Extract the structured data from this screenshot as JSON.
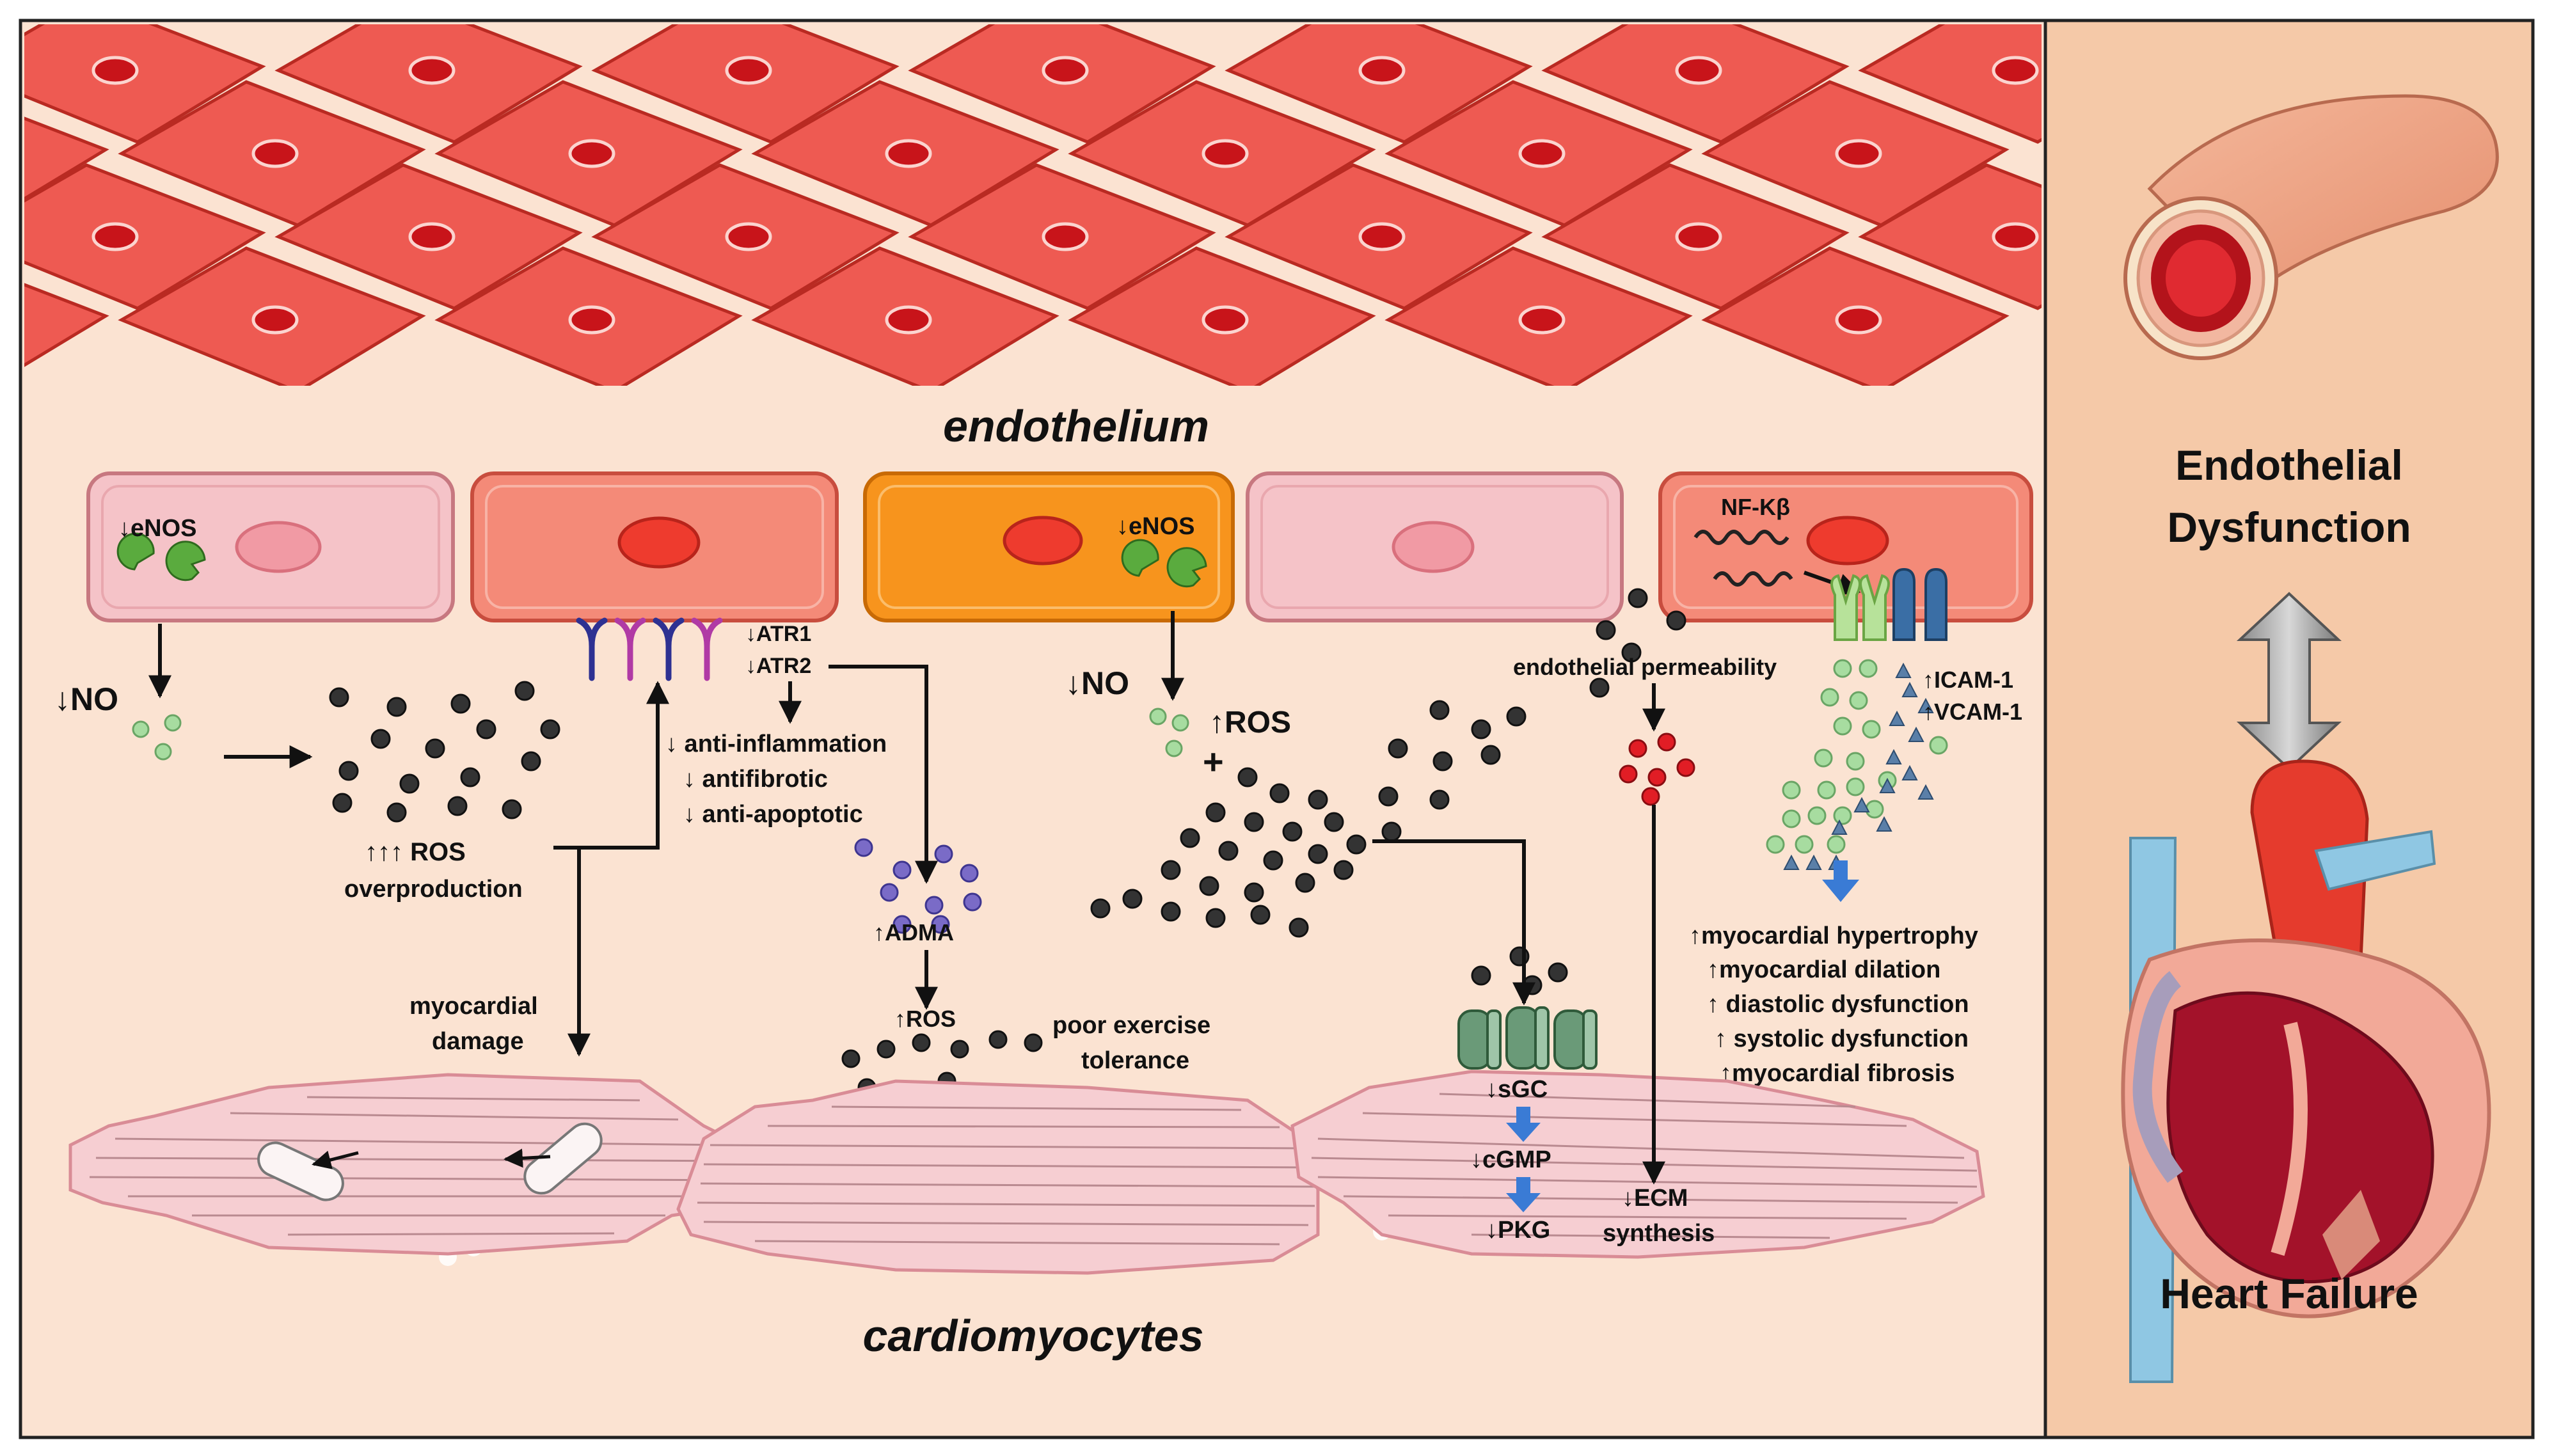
{
  "colors": {
    "background": "#fbe3d2",
    "side_panel": "#f5c9a8",
    "tissue_cell": "#ee5a52",
    "tissue_nucleus": "#c8141a",
    "cell_pink": "#f5c3c8",
    "cell_salmon": "#f48a78",
    "cell_orange": "#f7941d",
    "cardiomyocyte": "#f6ced2",
    "ros_particle": "#333333",
    "no_particle": "#a7dca0",
    "receptor_blue": "#2e3192",
    "receptor_magenta": "#b03aa5",
    "enzyme_green": "#5aab3e",
    "adma_particle": "#7a6bc7",
    "red_particle": "#e11d25",
    "adhesion_green": "#b7e29a",
    "adhesion_blue": "#3a6ea5",
    "arrow_blue": "#3a7bd5",
    "sgc_green": "#6a9a78"
  },
  "labels": {
    "endothelium": "endothelium",
    "cardiomyocytes": "cardiomyocytes",
    "enos1": "↓eNOS",
    "enos2": "↓eNOS",
    "no1": "↓NO",
    "no2": "↓NO",
    "nfkb": "NF-Kβ",
    "atr1": "↓ATR1",
    "atr2": "↓ATR2",
    "anti_inflammation": "↓ anti-inflammation",
    "antifibrotic": "↓ antifibrotic",
    "anti_apoptotic": "↓ anti-apoptotic",
    "ros_over_1": "↑↑↑ ROS",
    "ros_over_2": "overproduction",
    "ros_up": "↑ROS",
    "plus": "+",
    "adma": "↑ADMA",
    "ros_small": "↑ROS",
    "myocardial_damage_1": "myocardial",
    "myocardial_damage_2": "damage",
    "poor_exercise_1": "poor exercise",
    "poor_exercise_2": "tolerance",
    "endothelial_permeability": "endothelial permeability",
    "icam": "↑ICAM-1",
    "vcam": "↑VCAM-1",
    "sgc": "↓sGC",
    "cgmp": "↓cGMP",
    "pkg": "↓PKG",
    "ecm_1": "↓ECM",
    "ecm_2": "synthesis",
    "outcomes": [
      "↑myocardial hypertrophy",
      "↑myocardial dilation",
      "↑ diastolic dysfunction",
      "↑ systolic dysfunction",
      "↑myocardial fibrosis"
    ],
    "endothelial_dysfunction_1": "Endothelial",
    "endothelial_dysfunction_2": "Dysfunction",
    "heart_failure": "Heart Failure"
  }
}
